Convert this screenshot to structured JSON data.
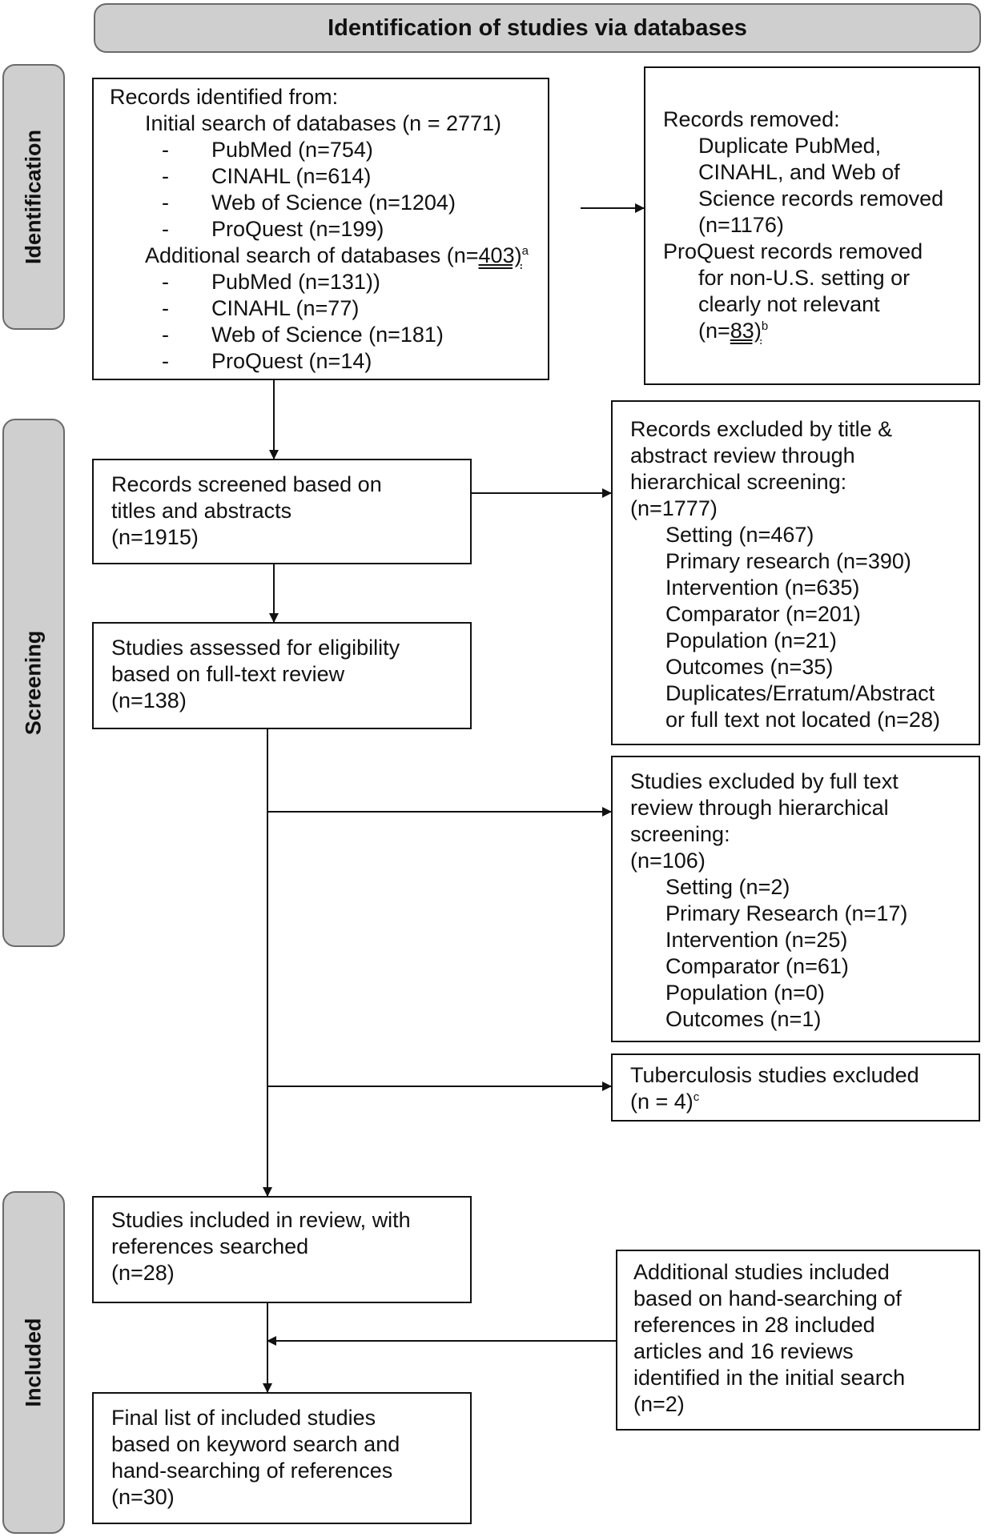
{
  "header": "Identification of studies via databases",
  "phases": {
    "identification": "Identification",
    "screening": "Screening",
    "included": "Included"
  },
  "records_identified": {
    "title": "Records identified from:",
    "initial": "Initial search of databases (n = 2771)",
    "initial_items": [
      "PubMed (n=754)",
      "CINAHL (n=614)",
      "Web of Science (n=1204)",
      "ProQuest (n=199)"
    ],
    "additional_prefix": "Additional search of databases (n=",
    "additional_count": "403)",
    "additional_note": "a",
    "additional_items": [
      "PubMed (n=131))",
      "CINAHL (n=77)",
      "Web of Science (n=181)",
      "ProQuest (n=14)"
    ],
    "dash": "-"
  },
  "records_removed": {
    "title": "Records removed:",
    "lines1": [
      "Duplicate PubMed,",
      "CINAHL, and Web of",
      "Science records removed",
      "(n=1176)"
    ],
    "lines2_head": [
      "ProQuest records removed"
    ],
    "lines2": [
      "for non-U.S. setting or",
      "clearly not relevant"
    ],
    "last_prefix": "(n=",
    "last_count": "83)",
    "last_note": "b"
  },
  "screened": {
    "lines": [
      "Records screened based on",
      "titles and abstracts",
      "(n=1915)"
    ]
  },
  "excluded_title": {
    "lines": [
      "Records excluded by title &",
      "abstract review through",
      "hierarchical screening:",
      "(n=1777)"
    ],
    "items": [
      "Setting (n=467)",
      "Primary research (n=390)",
      "Intervention (n=635)",
      "Comparator (n=201)",
      "Population (n=21)",
      "Outcomes (n=35)",
      "Duplicates/Erratum/Abstract",
      "or full text not located (n=28)"
    ]
  },
  "assessed": {
    "lines": [
      "Studies assessed for eligibility",
      "based on full-text review",
      "(n=138)"
    ]
  },
  "excluded_full": {
    "lines": [
      "Studies excluded by full text",
      "review through hierarchical",
      "screening:",
      "(n=106)"
    ],
    "items": [
      "Setting (n=2)",
      "Primary Research (n=17)",
      "Intervention (n=25)",
      "Comparator (n=61)",
      "Population (n=0)",
      "Outcomes (n=1)"
    ]
  },
  "tb_excluded": {
    "line1": "Tuberculosis studies excluded",
    "line2": "(n = 4)",
    "note": "c"
  },
  "included_review": {
    "lines": [
      "Studies included in review, with",
      "references searched",
      "(n=28)"
    ]
  },
  "additional_studies": {
    "lines": [
      "Additional studies included",
      "based on hand-searching of",
      "references in 28 included",
      "articles and 16 reviews",
      "identified in the initial search",
      "(n=2)"
    ]
  },
  "final_list": {
    "lines": [
      "Final list of included studies",
      "based on keyword search and",
      "hand-searching of references",
      "(n=30)"
    ]
  }
}
